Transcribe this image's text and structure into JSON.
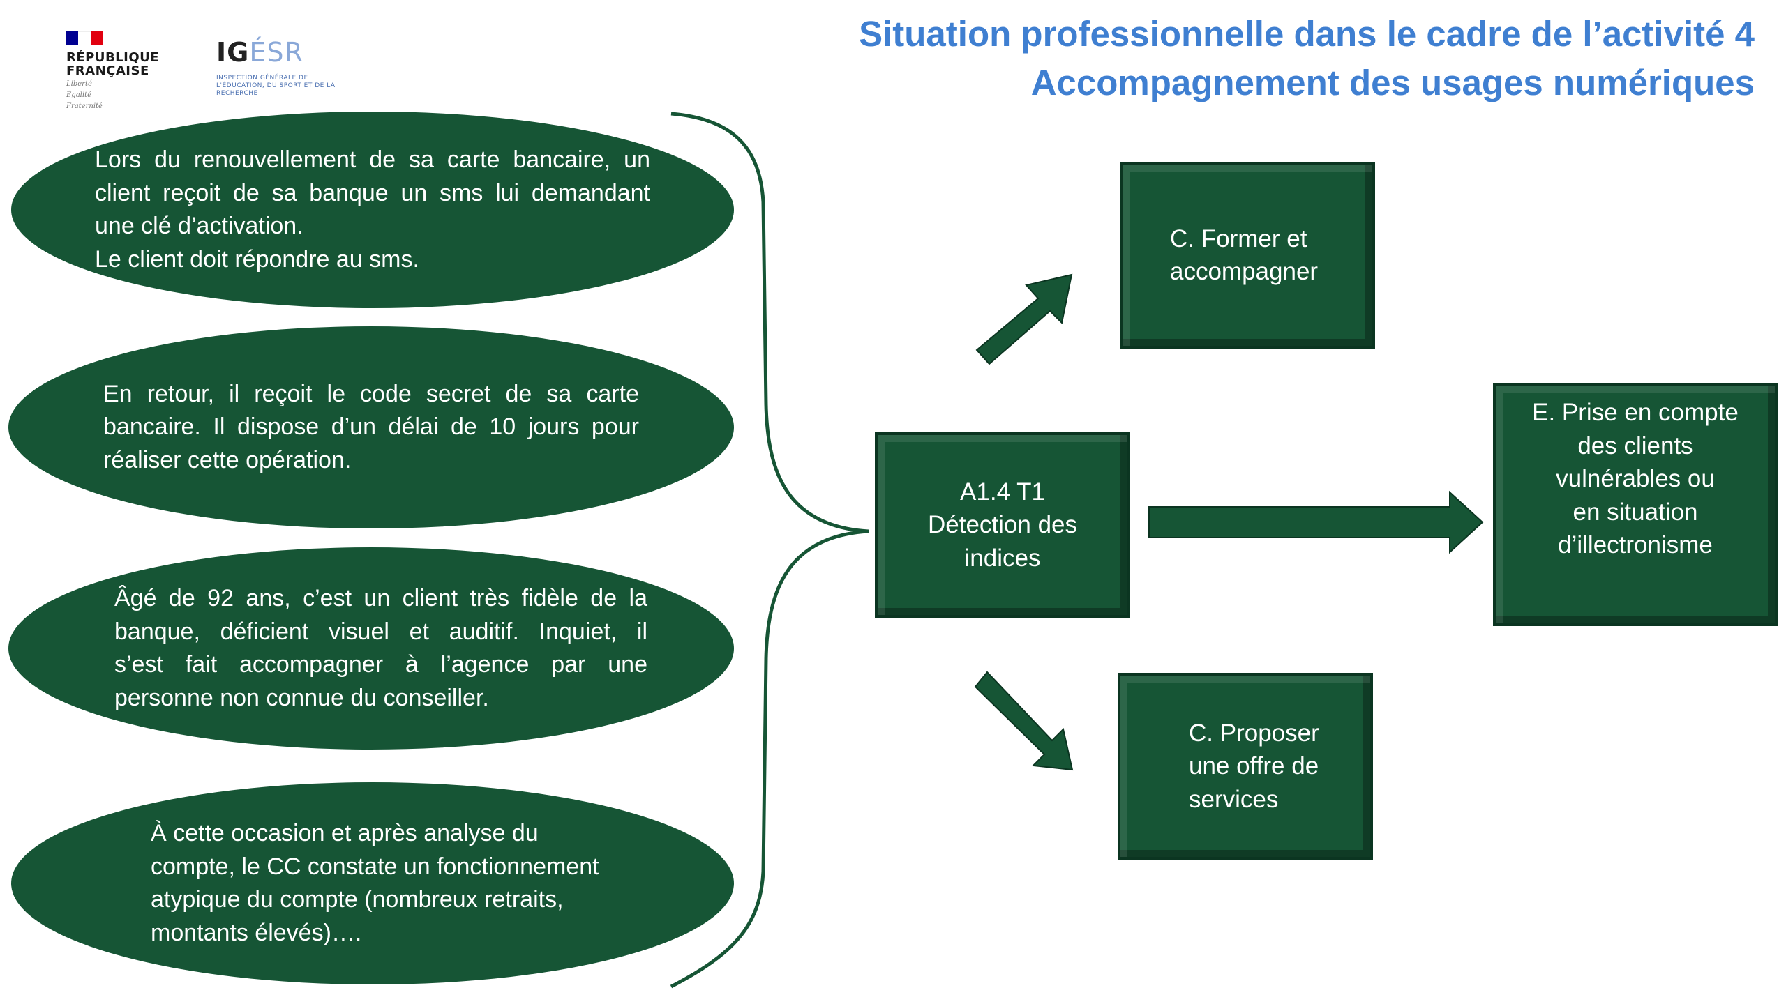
{
  "header": {
    "logo_rf_lines": [
      "RÉPUBLIQUE",
      "FRANÇAISE"
    ],
    "logo_rf_motto": [
      "Liberté",
      "Égalité",
      "Fraternité"
    ],
    "logo_ig_text_a": "IG",
    "logo_ig_text_b": "ÉSR",
    "logo_ig_sub": "INSPECTION GÉNÉRALE DE L'ÉDUCATION, DU SPORT ET DE LA RECHERCHE",
    "title_line1": "Situation  professionnelle dans le cadre de l’activité 4",
    "title_line2": "Accompagnement des usages numériques"
  },
  "situations": [
    {
      "lines": [
        "Lors du renouvellement de sa carte bancaire, un",
        "client reçoit de sa banque un sms lui demandant",
        "une clé d’activation."
      ],
      "extra": "Le client doit répondre au sms."
    },
    {
      "lines": [
        "En retour, il reçoit le code secret de sa carte",
        "bancaire. Il dispose d’un délai de 10 jours pour",
        "réaliser cette opération."
      ]
    },
    {
      "lines": [
        "Âgé de 92 ans, c’est un client très fidèle de la",
        "banque, déficient visuel et auditif. Inquiet, il",
        "s’est fait accompagner à l’agence par une",
        "personne non connue du conseiller."
      ]
    },
    {
      "lines": [
        "À cette occasion et après analyse du",
        "compte, le CC constate un fonctionnement",
        "atypique du compte (nombreux retraits,",
        "montants élevés)…."
      ]
    }
  ],
  "boxes": {
    "center": "A1.4 T1\nDétection des\nindices",
    "top": "C. Former et\naccompagner",
    "right": "E. Prise en compte\ndes clients\nvulnérables ou\nen situation\nd’illectronisme",
    "bottom": "C. Proposer\nune offre de\nservices"
  },
  "colors": {
    "dark_green": "#165535",
    "title_blue": "#3f7fd1",
    "flag_blue": "#000091",
    "flag_red": "#e1000f"
  }
}
